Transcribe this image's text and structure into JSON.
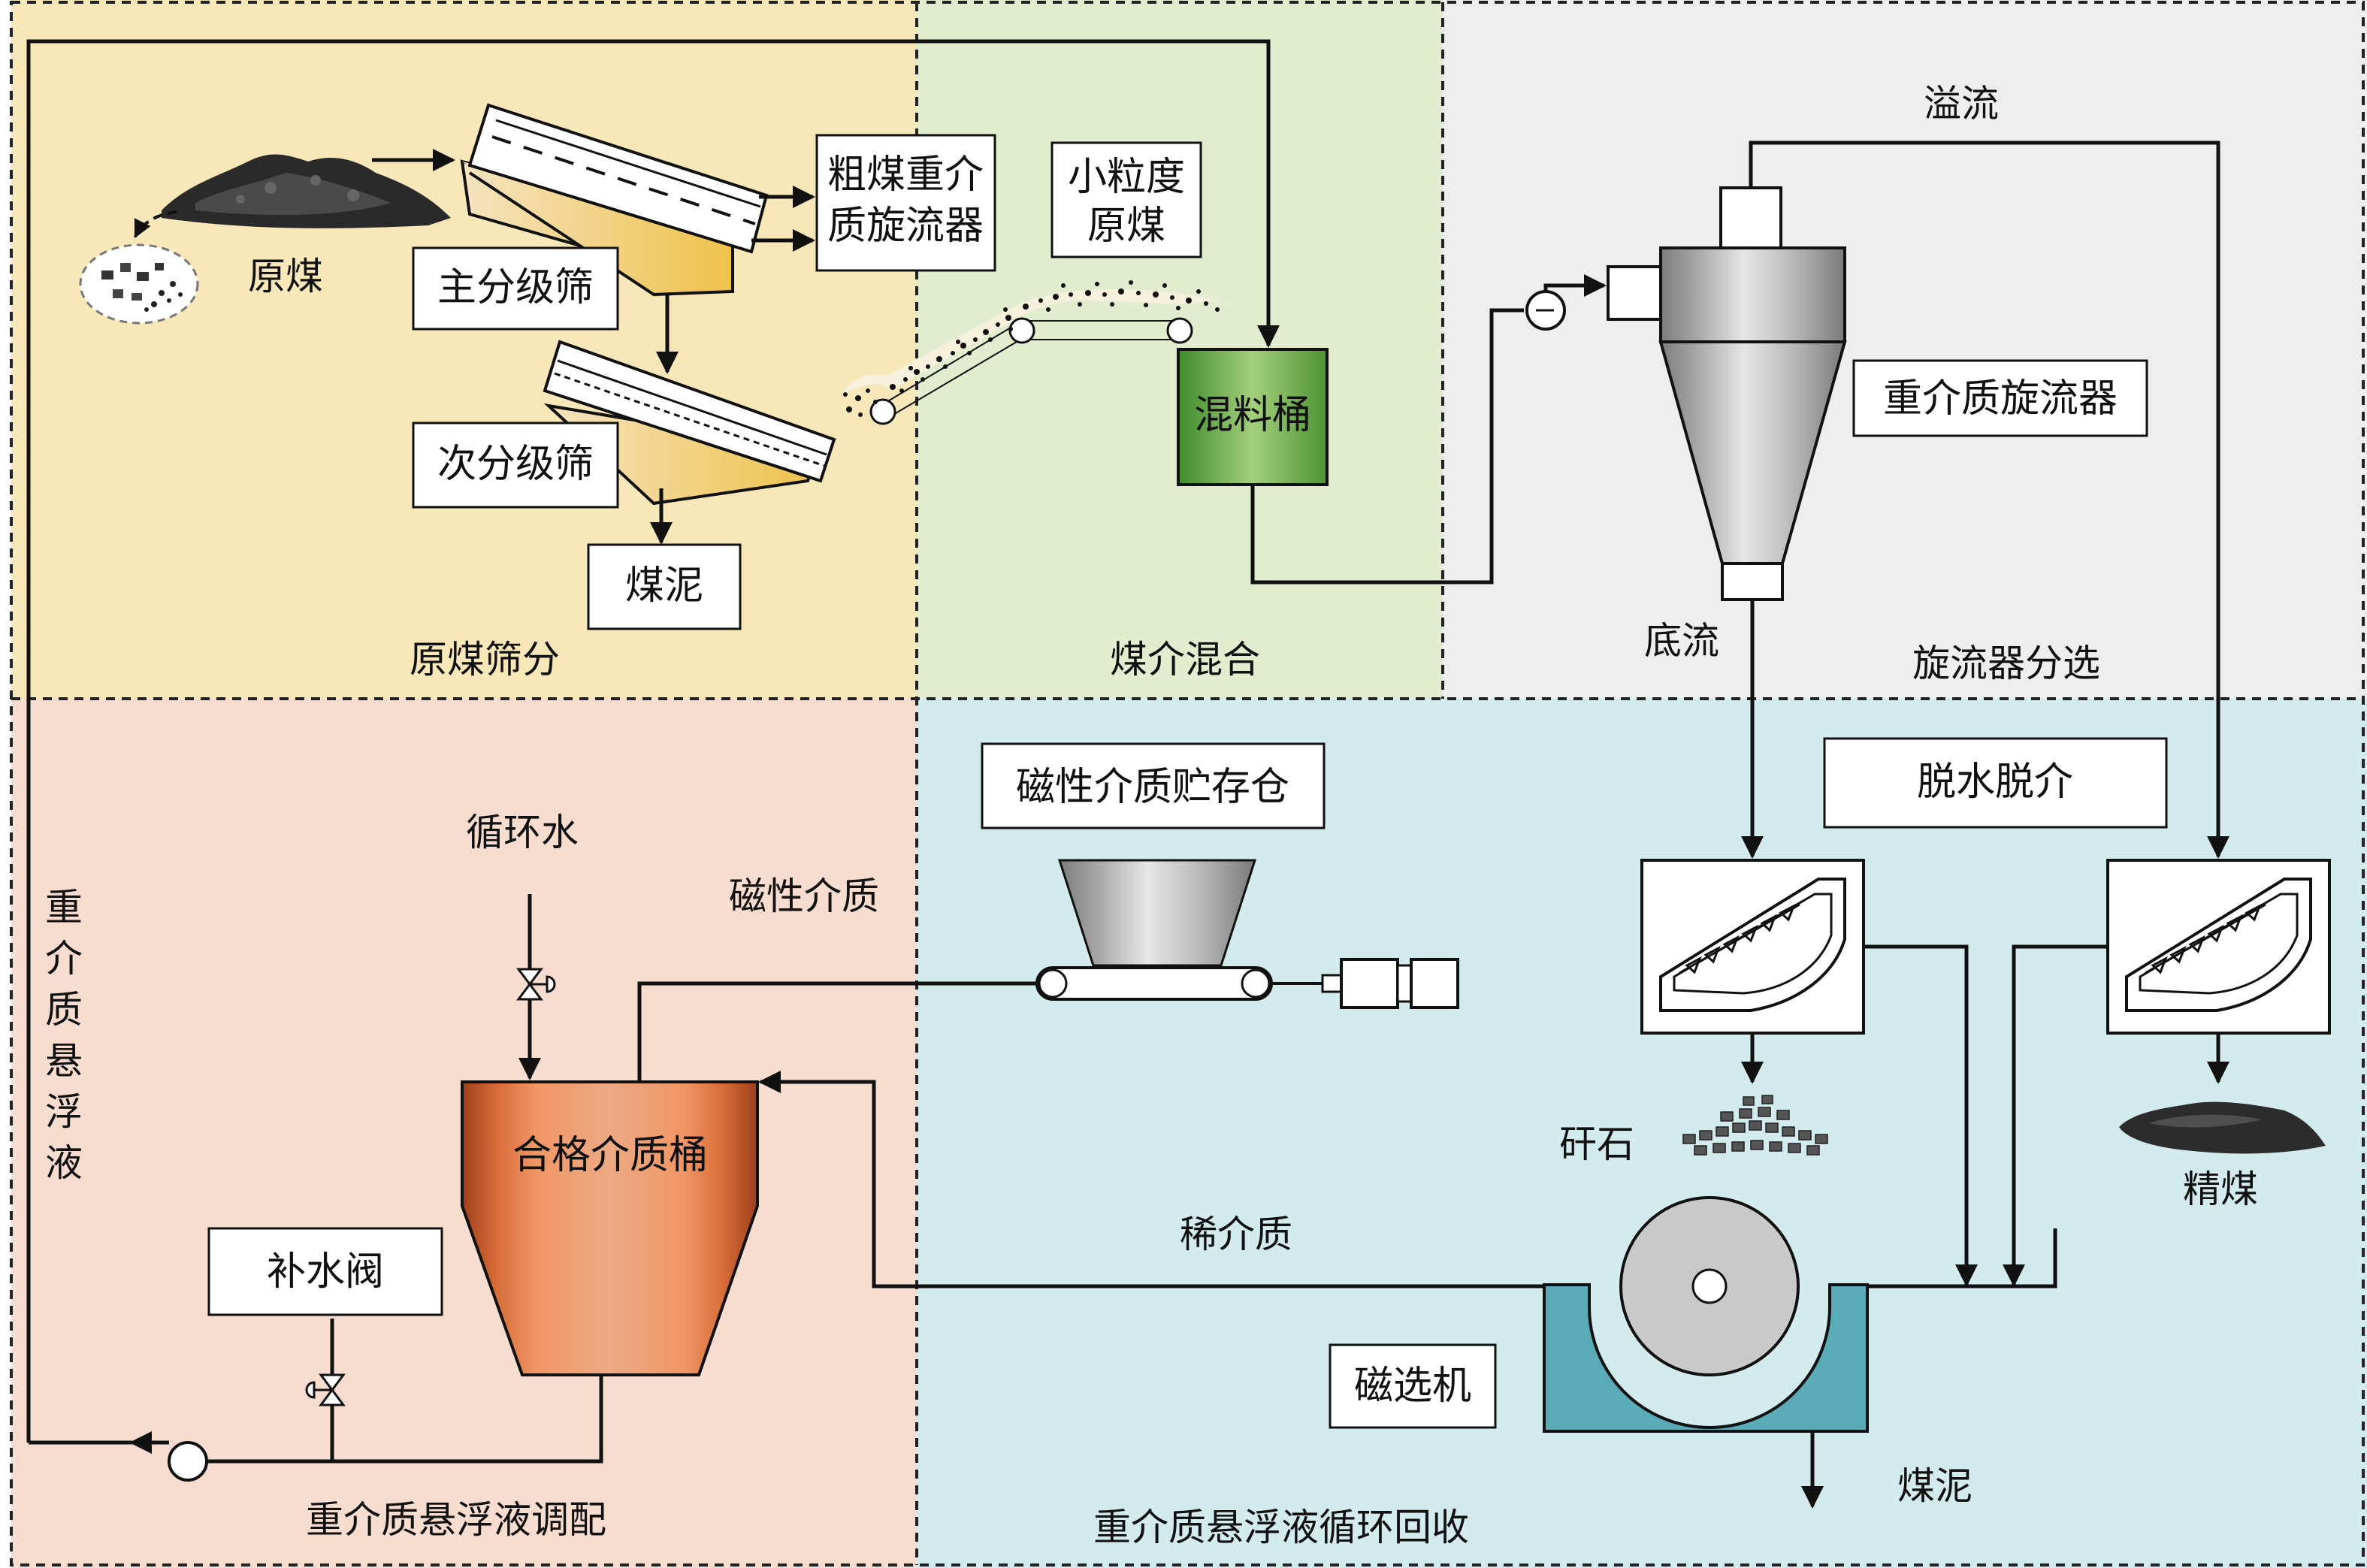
{
  "zones": {
    "screening": "原煤筛分",
    "mixing": "煤介混合",
    "cyclone": "旋流器分选",
    "prep": "重介质悬浮液调配",
    "recovery": "重介质悬浮液循环回收"
  },
  "labels": {
    "raw_coal": "原煤",
    "primary_screen": "主分级筛",
    "secondary_screen": "次分级筛",
    "slime_top": "煤泥",
    "coarse_cyclone": [
      "粗煤重介",
      "质旋流器"
    ],
    "fine_coal": [
      "小粒度",
      "原煤"
    ],
    "mixing_tank": "混料桶",
    "overflow": "溢流",
    "underflow": "底流",
    "dm_cyclone": "重介质旋流器",
    "dewater": "脱水脱介",
    "gangue": "矸石",
    "clean_coal": "精煤",
    "magnetic_separator": "磁选机",
    "slime_bottom": "煤泥",
    "dilute_medium": "稀介质",
    "magnetic_storage": "磁性介质贮存仓",
    "magnetic_medium": "磁性介质",
    "circulating_water": "循环水",
    "qualified_tank": "合格介质桶",
    "makeup_valve": "补水阀",
    "dense_suspension": [
      "重",
      "介",
      "质",
      "悬",
      "浮",
      "液"
    ]
  },
  "colors": {
    "zone_screening": "#F8E7B8",
    "zone_mixing": "#E2EDCF",
    "zone_cyclone": "#EEEEEE",
    "zone_prep": "#F7DDD0",
    "zone_recovery": "#D3EBEC",
    "mixing_tank": "#6FA84A",
    "medium_tank": "#C4622F",
    "mag_basin": "#5AAAB8"
  }
}
